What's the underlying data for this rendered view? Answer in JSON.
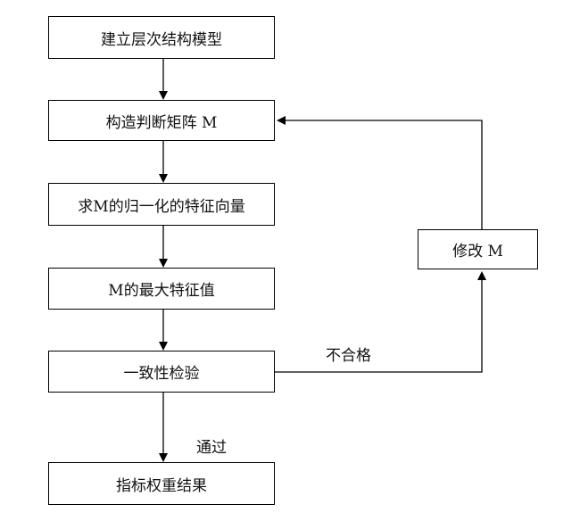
{
  "flowchart": {
    "steps": {
      "build_model": "建立层次结构模型",
      "construct_matrix": "构造判断矩阵 M",
      "normalized_eigenvector": "求M的归一化的特征向量",
      "max_eigenvalue": "M的最大特征值",
      "consistency_check": "一致性检验",
      "weight_result": "指标权重结果",
      "modify_matrix": "修改 M"
    },
    "edge_labels": {
      "fail": "不合格",
      "pass": "通过"
    }
  }
}
